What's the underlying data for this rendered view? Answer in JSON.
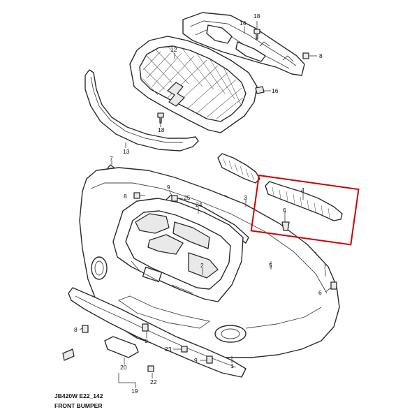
{
  "diagram": {
    "code": "JB420W E22_142",
    "title": "FRONT BUMPER",
    "highlight_color": "#d00000",
    "callouts": [
      {
        "id": "c1",
        "label": "1"
      },
      {
        "id": "c2",
        "label": "2"
      },
      {
        "id": "c3",
        "label": "3"
      },
      {
        "id": "c4",
        "label": "4"
      },
      {
        "id": "c5",
        "label": "5"
      },
      {
        "id": "c6",
        "label": "6"
      },
      {
        "id": "c6b",
        "label": "6"
      },
      {
        "id": "c7",
        "label": "7"
      },
      {
        "id": "c7b",
        "label": "7"
      },
      {
        "id": "c8a",
        "label": "8"
      },
      {
        "id": "c8b",
        "label": "8"
      },
      {
        "id": "c8c",
        "label": "8"
      },
      {
        "id": "c9a",
        "label": "9"
      },
      {
        "id": "c9b",
        "label": "9"
      },
      {
        "id": "c12",
        "label": "12"
      },
      {
        "id": "c13",
        "label": "13"
      },
      {
        "id": "c14",
        "label": "14"
      },
      {
        "id": "c16",
        "label": "16"
      },
      {
        "id": "c18a",
        "label": "18"
      },
      {
        "id": "c18b",
        "label": "18"
      },
      {
        "id": "c19",
        "label": "19"
      },
      {
        "id": "c20",
        "label": "20"
      },
      {
        "id": "c22",
        "label": "22"
      },
      {
        "id": "c23",
        "label": "23"
      },
      {
        "id": "c24",
        "label": "24"
      },
      {
        "id": "c25",
        "label": "25"
      }
    ]
  }
}
